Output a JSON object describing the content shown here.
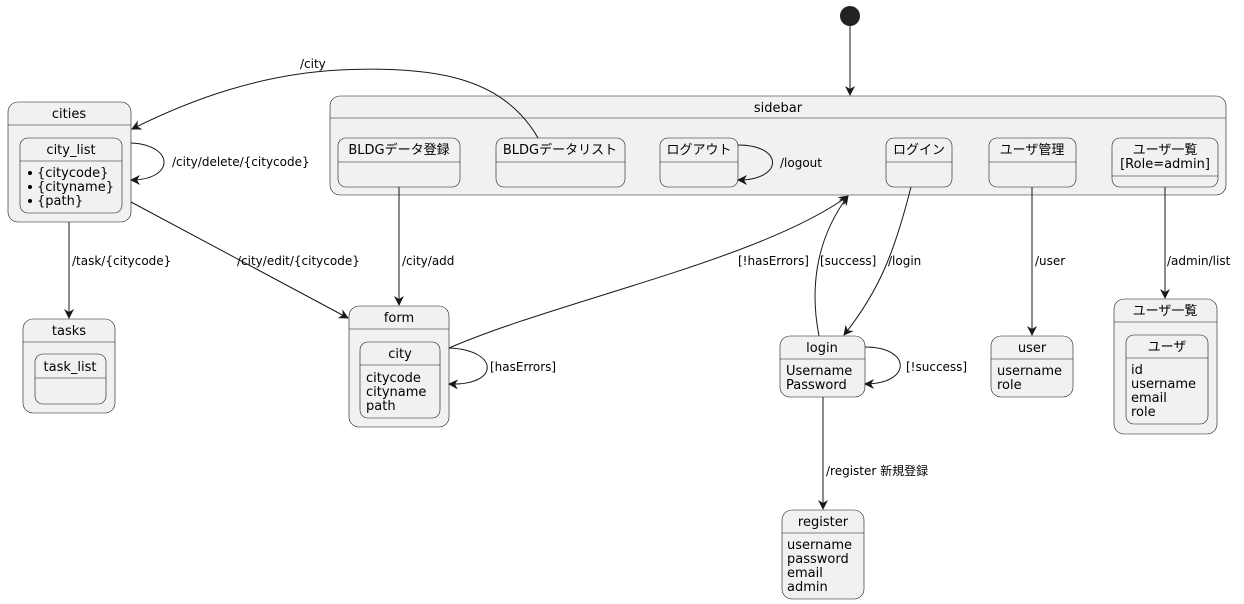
{
  "states": {
    "sidebar": {
      "title": "sidebar",
      "children": {
        "bldg_register": "BLDGデータ登録",
        "bldg_list": "BLDGデータリスト",
        "logout": "ログアウト",
        "login": "ログイン",
        "user_manage": "ユーザ管理",
        "user_list_line1": "ユーザ一覧",
        "user_list_line2": "[Role=admin]"
      }
    },
    "cities": {
      "title": "cities",
      "city_list": {
        "title": "city_list",
        "fields": [
          "{citycode}",
          "{cityname}",
          "{path}"
        ]
      }
    },
    "tasks": {
      "title": "tasks",
      "task_list": {
        "title": "task_list"
      }
    },
    "form": {
      "title": "form",
      "city": {
        "title": "city",
        "fields": [
          "citycode",
          "cityname",
          "path"
        ]
      }
    },
    "login": {
      "title": "login",
      "fields": [
        "Username",
        "Password"
      ]
    },
    "register": {
      "title": "register",
      "fields": [
        "username",
        "password",
        "email",
        "admin"
      ]
    },
    "user": {
      "title": "user",
      "fields": [
        "username",
        "role"
      ]
    },
    "user_list": {
      "title": "ユーザ一覧",
      "user": {
        "title": "ユーザ",
        "fields": [
          "id",
          "username",
          "email",
          "role"
        ]
      }
    }
  },
  "transitions": {
    "city": "/city",
    "city_delete": "/city/delete/{citycode}",
    "logout": "/logout",
    "task": "/task/{citycode}",
    "city_edit": "/city/edit/{citycode}",
    "city_add": "/city/add",
    "has_errors_not": "[!hasErrors]",
    "success": "[success]",
    "login": "/login",
    "user": "/user",
    "admin_list": "/admin/list",
    "has_errors": "[hasErrors]",
    "not_success": "[!success]",
    "register": "/register 新規登録"
  }
}
